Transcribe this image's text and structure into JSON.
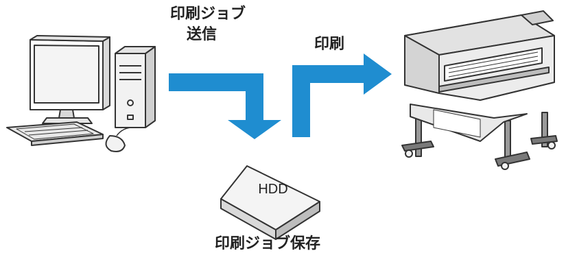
{
  "labels": {
    "send_line1": "印刷ジョブ",
    "send_line2": "送信",
    "print": "印刷",
    "store": "印刷ジョブ保存",
    "hdd": "HDD"
  },
  "colors": {
    "arrow": "#1f8dd0",
    "outline": "#333333",
    "fill_light": "#f2f2f2",
    "fill_mid": "#d9d9d9",
    "screen": "#ffffff"
  },
  "icons": {
    "computer": "desktop-computer-icon",
    "hdd": "hdd-box-icon",
    "printer": "large-format-printer-icon"
  }
}
